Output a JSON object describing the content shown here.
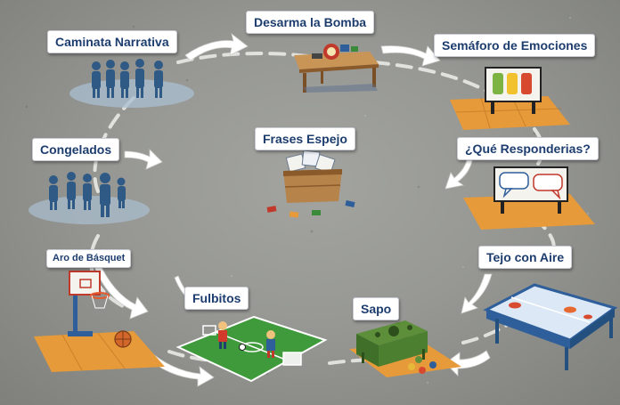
{
  "activities": [
    {
      "id": "caminata",
      "label": "Caminata Narrativa"
    },
    {
      "id": "bomba",
      "label": "Desarma la Bomba"
    },
    {
      "id": "semaforo",
      "label": "Semáforo de Emociones"
    },
    {
      "id": "congelados",
      "label": "Congelados"
    },
    {
      "id": "frases",
      "label": "Frases Espejo"
    },
    {
      "id": "responderias",
      "label": "¿Qué Responderias?"
    },
    {
      "id": "aro",
      "label": "Aro de Básquet"
    },
    {
      "id": "tejo",
      "label": "Tejo con Aire"
    },
    {
      "id": "fulbitos",
      "label": "Fulbitos"
    },
    {
      "id": "sapo",
      "label": "Sapo"
    }
  ],
  "colors": {
    "label_text": "#1d3d6e",
    "label_bg": "#ffffff",
    "pavement": "#979894",
    "path_dash": "#e9e9e6",
    "arrow": "#ffffff",
    "mat_orange": "#e69a3a",
    "field_green": "#3f9a3b",
    "wood": "#b6834a"
  },
  "icons": [
    "people-silhouette-icon",
    "bomb-table-icon",
    "traffic-light-board-icon",
    "speech-bubbles-board-icon",
    "air-hockey-table-icon",
    "toad-game-icon",
    "soccer-field-icon",
    "basketball-hoop-icon",
    "card-box-icon"
  ]
}
